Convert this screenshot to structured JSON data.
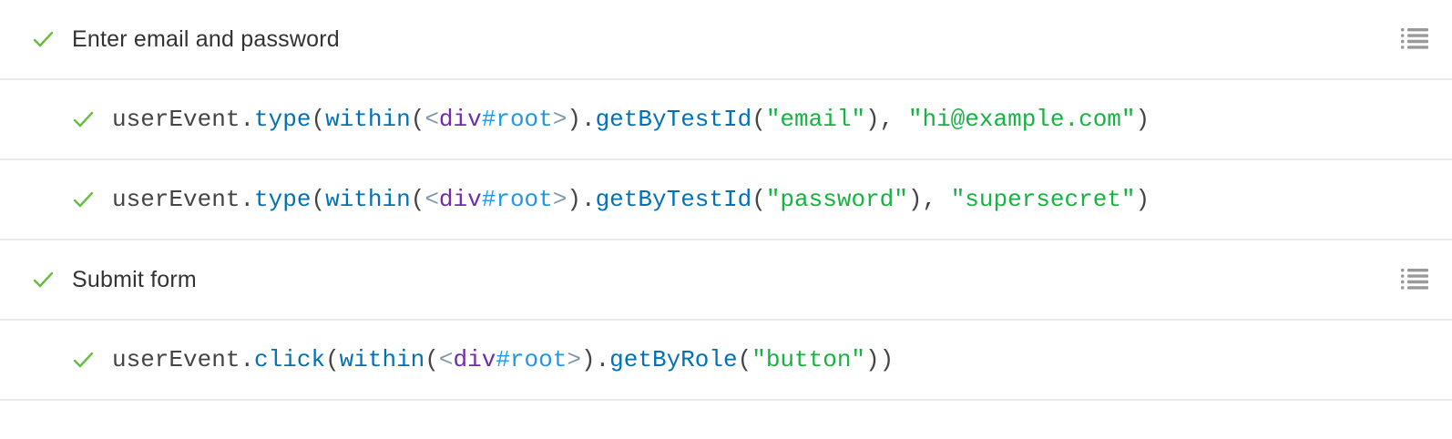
{
  "panel": {
    "name": "interactions-panel",
    "status": "all-passed"
  },
  "colors": {
    "pass_check": "#66BF3C",
    "divider": "#e9e9e9",
    "group_label": "#333333",
    "list_icon": "#999999",
    "token": {
      "base": "#444444",
      "method": "#0271B6",
      "muted": "#7D99AA",
      "tagName": "#6F2CAC",
      "tagSuffix": "#1F99E5",
      "string": "#16B242"
    }
  },
  "icons": {
    "check": "check-icon",
    "transcript": "list-icon"
  },
  "rows": [
    {
      "kind": "group",
      "status": "pass",
      "label": "Enter email and password",
      "has_list_icon": true
    },
    {
      "kind": "call",
      "status": "pass",
      "tokens": [
        {
          "text": "userEvent",
          "type": "base"
        },
        {
          "text": ".",
          "type": "base"
        },
        {
          "text": "type",
          "type": "method"
        },
        {
          "text": "(",
          "type": "base"
        },
        {
          "text": "within",
          "type": "method"
        },
        {
          "text": "(",
          "type": "base"
        },
        {
          "text": "<",
          "type": "muted"
        },
        {
          "text": "div",
          "type": "tagName"
        },
        {
          "text": "#root",
          "type": "tagSuffix"
        },
        {
          "text": ">",
          "type": "muted"
        },
        {
          "text": ")",
          "type": "base"
        },
        {
          "text": ".",
          "type": "base"
        },
        {
          "text": "getByTestId",
          "type": "method"
        },
        {
          "text": "(",
          "type": "base"
        },
        {
          "text": "\"email\"",
          "type": "string"
        },
        {
          "text": ")",
          "type": "base"
        },
        {
          "text": ", ",
          "type": "base"
        },
        {
          "text": "\"hi@example.com\"",
          "type": "string"
        },
        {
          "text": ")",
          "type": "base"
        }
      ]
    },
    {
      "kind": "call",
      "status": "pass",
      "tokens": [
        {
          "text": "userEvent",
          "type": "base"
        },
        {
          "text": ".",
          "type": "base"
        },
        {
          "text": "type",
          "type": "method"
        },
        {
          "text": "(",
          "type": "base"
        },
        {
          "text": "within",
          "type": "method"
        },
        {
          "text": "(",
          "type": "base"
        },
        {
          "text": "<",
          "type": "muted"
        },
        {
          "text": "div",
          "type": "tagName"
        },
        {
          "text": "#root",
          "type": "tagSuffix"
        },
        {
          "text": ">",
          "type": "muted"
        },
        {
          "text": ")",
          "type": "base"
        },
        {
          "text": ".",
          "type": "base"
        },
        {
          "text": "getByTestId",
          "type": "method"
        },
        {
          "text": "(",
          "type": "base"
        },
        {
          "text": "\"password\"",
          "type": "string"
        },
        {
          "text": ")",
          "type": "base"
        },
        {
          "text": ", ",
          "type": "base"
        },
        {
          "text": "\"supersecret\"",
          "type": "string"
        },
        {
          "text": ")",
          "type": "base"
        }
      ]
    },
    {
      "kind": "group",
      "status": "pass",
      "label": "Submit form",
      "has_list_icon": true
    },
    {
      "kind": "call",
      "status": "pass",
      "tokens": [
        {
          "text": "userEvent",
          "type": "base"
        },
        {
          "text": ".",
          "type": "base"
        },
        {
          "text": "click",
          "type": "method"
        },
        {
          "text": "(",
          "type": "base"
        },
        {
          "text": "within",
          "type": "method"
        },
        {
          "text": "(",
          "type": "base"
        },
        {
          "text": "<",
          "type": "muted"
        },
        {
          "text": "div",
          "type": "tagName"
        },
        {
          "text": "#root",
          "type": "tagSuffix"
        },
        {
          "text": ">",
          "type": "muted"
        },
        {
          "text": ")",
          "type": "base"
        },
        {
          "text": ".",
          "type": "base"
        },
        {
          "text": "getByRole",
          "type": "method"
        },
        {
          "text": "(",
          "type": "base"
        },
        {
          "text": "\"button\"",
          "type": "string"
        },
        {
          "text": ")",
          "type": "base"
        },
        {
          "text": ")",
          "type": "base"
        }
      ]
    }
  ]
}
